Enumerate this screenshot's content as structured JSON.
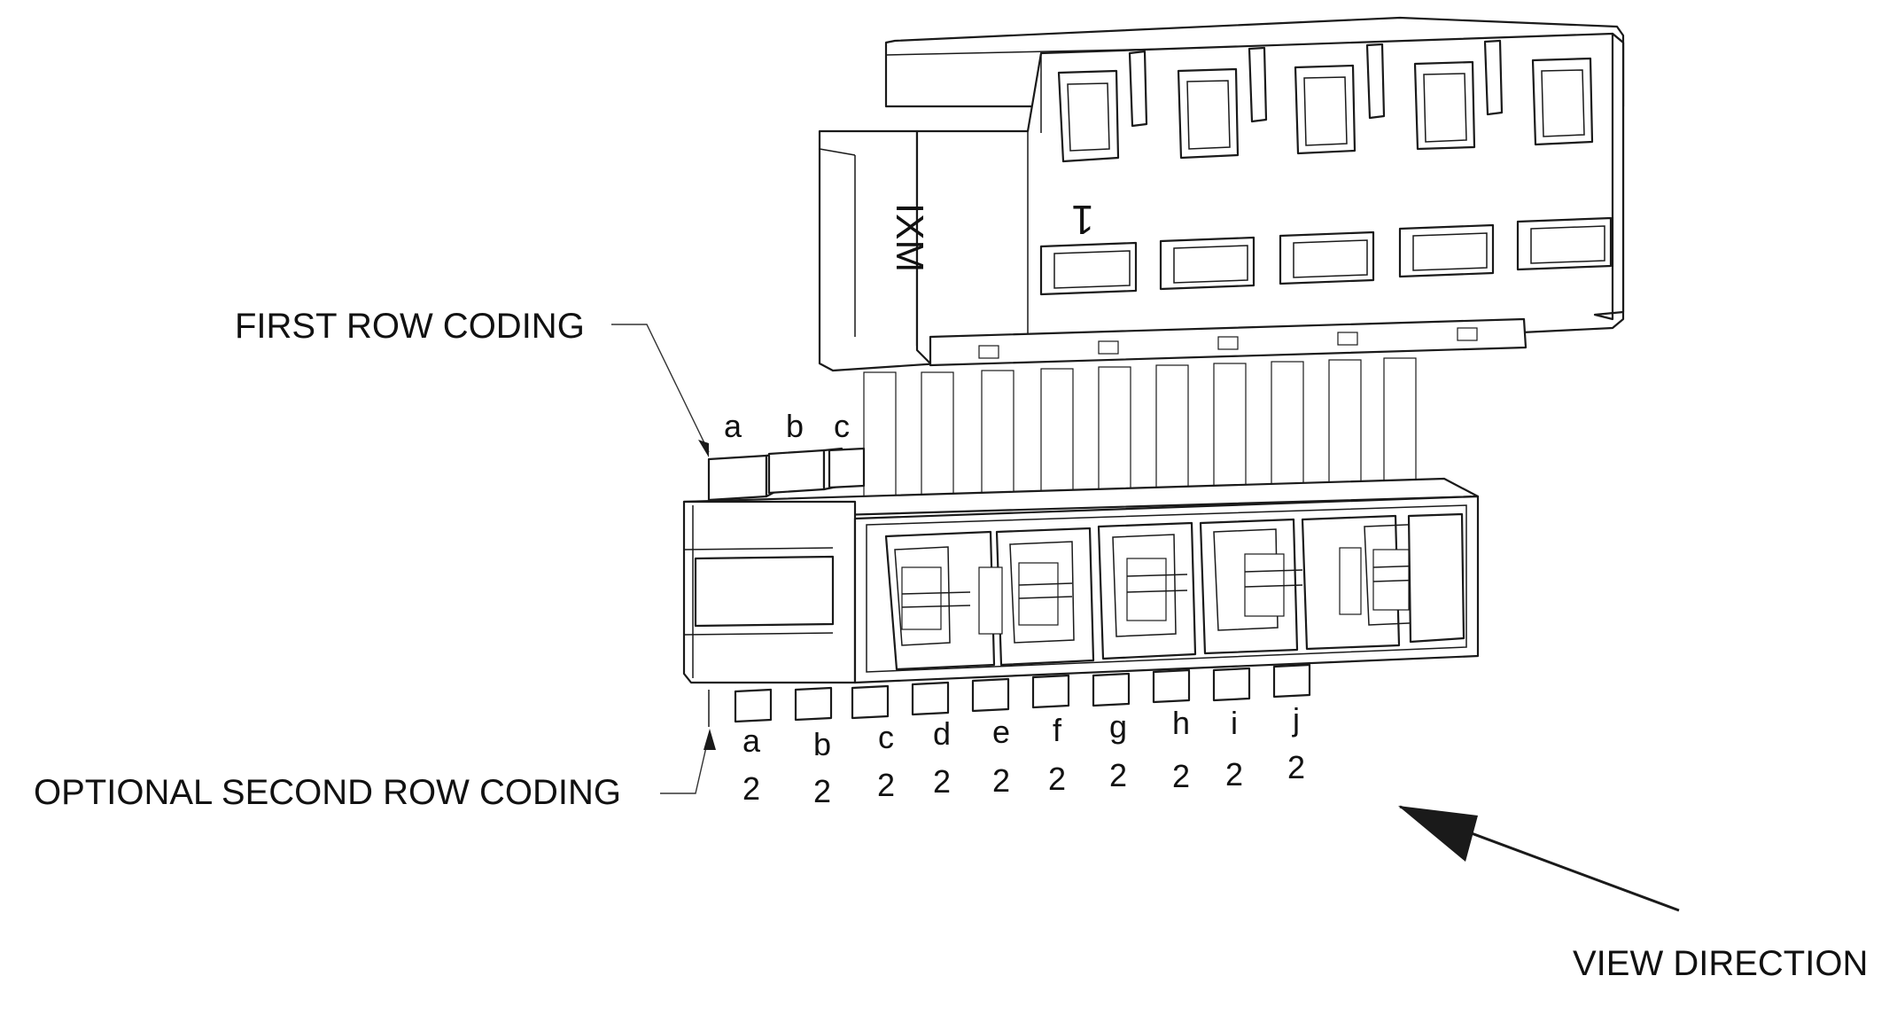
{
  "callouts": {
    "first_row": "FIRST ROW CODING",
    "second_row": "OPTIONAL SECOND ROW CODING",
    "view_direction": "VIEW DIRECTION"
  },
  "part_marking": {
    "brand": "IXM",
    "position_mark": "1"
  },
  "first_row_codes": [
    "a",
    "b",
    "c"
  ],
  "second_row_codes": [
    {
      "letter": "a",
      "row": "2"
    },
    {
      "letter": "b",
      "row": "2"
    },
    {
      "letter": "c",
      "row": "2"
    },
    {
      "letter": "d",
      "row": "2"
    },
    {
      "letter": "e",
      "row": "2"
    },
    {
      "letter": "f",
      "row": "2"
    },
    {
      "letter": "g",
      "row": "2"
    },
    {
      "letter": "h",
      "row": "2"
    },
    {
      "letter": "i",
      "row": "2"
    },
    {
      "letter": "j",
      "row": "2"
    }
  ]
}
